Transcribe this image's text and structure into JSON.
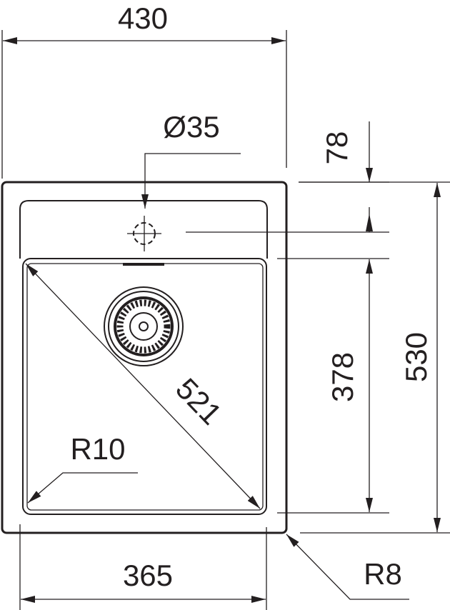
{
  "drawing": {
    "title": "Sink dimension drawing",
    "dimensions": {
      "overall_width": "430",
      "tap_hole_diameter": "Ø35",
      "tap_hole_offset": "78",
      "bowl_depth": "378",
      "overall_depth": "530",
      "bowl_diagonal": "521",
      "bowl_radius": "R10",
      "bowl_width": "365",
      "outer_radius": "R8"
    },
    "line_color": "#231f20"
  }
}
